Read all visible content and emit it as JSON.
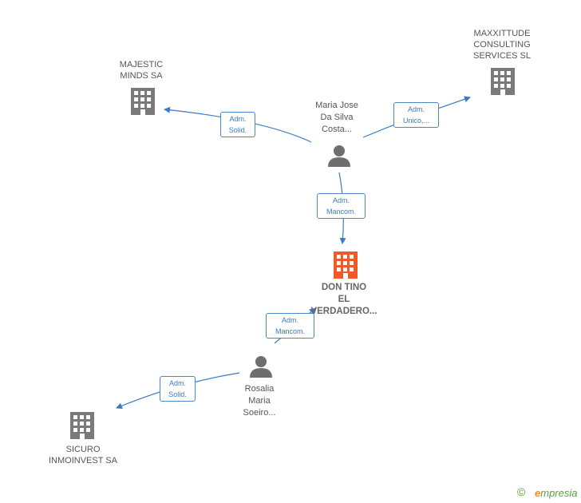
{
  "nodes": {
    "majestic": {
      "label": "MAJESTIC\nMINDS SA"
    },
    "maxxittude": {
      "label": "MAXXITTUDE\nCONSULTING\nSERVICES  SL"
    },
    "maria_jose": {
      "label": "Maria Jose\nDa Silva\nCosta..."
    },
    "don_tino": {
      "label": "DON TINO\nEL\nVERDADERO..."
    },
    "rosalia": {
      "label": "Rosalia\nMaria\nSoeiro..."
    },
    "sicuro": {
      "label": "SICURO\nINMOINVEST SA"
    }
  },
  "edges": {
    "mj_majestic": "Adm.\nSolid.",
    "mj_maxx": "Adm.\nUnico,...",
    "mj_dontino": "Adm.\nMancom.",
    "ro_dontino": "Adm.\nMancom.",
    "ro_sicuro": "Adm.\nSolid."
  },
  "colors": {
    "edge": "#3b7bc4",
    "company_icon": "#7a7a7a",
    "main_company_icon": "#f05a28",
    "person_icon": "#6e6e6e"
  },
  "footer": {
    "copyright": "©",
    "brand_first": "e",
    "brand_rest": "mpresia"
  }
}
